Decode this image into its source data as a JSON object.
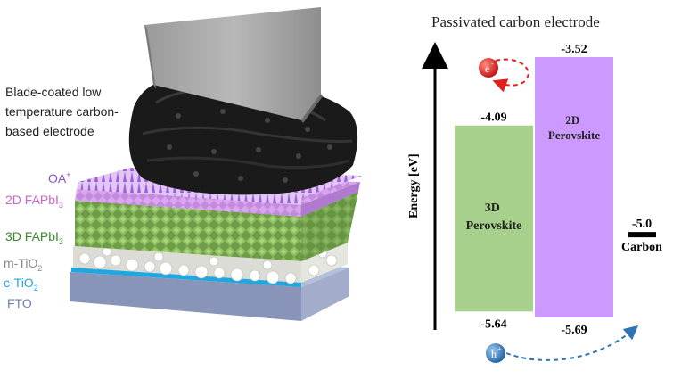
{
  "illustration": {
    "blade_label_lines": [
      "Blade-coated low",
      "temperature carbon-",
      "based electrode"
    ],
    "layer_labels": {
      "oa": {
        "base": "OA",
        "sup": "+",
        "color": "#8a55c8"
      },
      "fapbi_2d": {
        "base": "2D FAPbI",
        "sub": "3",
        "color": "#cc66cc"
      },
      "fapbi_3d": {
        "base": "3D FAPbI",
        "sub": "3",
        "color": "#3a8a2a"
      },
      "m_tio2": {
        "base": "m-TiO",
        "sub": "2",
        "color": "#888888"
      },
      "c_tio2": {
        "base": "c-TiO",
        "sub": "2",
        "color": "#1fa8e0"
      },
      "fto": {
        "text": "FTO",
        "color": "#6a7fb8"
      }
    }
  },
  "energy_diagram": {
    "title": "Passivated carbon electrode",
    "axis_label": "Energy [eV]",
    "bands": {
      "perovskite_3d": {
        "label_line1": "3D",
        "label_line2": "Perovskite",
        "cb": -4.09,
        "vb": -5.64,
        "cb_label": "-4.09",
        "vb_label": "-5.64",
        "color": "#a8d08d"
      },
      "perovskite_2d": {
        "label_line1": "2D",
        "label_line2": "Perovskite",
        "cb": -3.52,
        "vb": -5.69,
        "cb_label": "-3.52",
        "vb_label": "-5.69",
        "color": "#cc99ff"
      }
    },
    "carbon": {
      "level": -5.0,
      "value_label": "-5.0",
      "name": "Carbon"
    },
    "electron": {
      "symbol": "e",
      "sup": "-",
      "color": "#e3211c"
    },
    "hole": {
      "symbol": "h",
      "sup": "+",
      "color": "#2e75b6"
    }
  }
}
